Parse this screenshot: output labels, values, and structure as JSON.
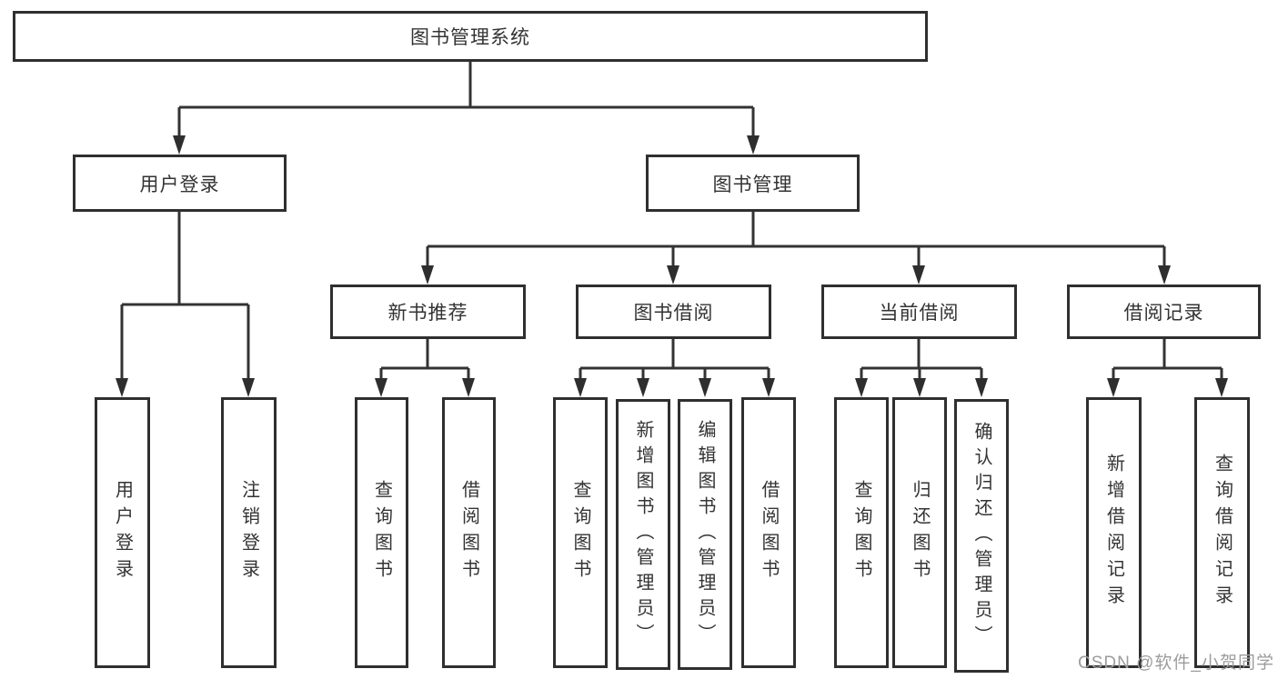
{
  "tree": {
    "root": {
      "label": "图书管理系统"
    },
    "branches": [
      {
        "label": "用户登录",
        "children": [
          {
            "label": "用户登录"
          },
          {
            "label": "注销登录"
          }
        ]
      },
      {
        "label": "图书管理",
        "children": [
          {
            "label": "新书推荐",
            "children": [
              {
                "label": "查询图书"
              },
              {
                "label": "借阅图书"
              }
            ]
          },
          {
            "label": "图书借阅",
            "children": [
              {
                "label": "查询图书"
              },
              {
                "label": "新增图书（管理员）"
              },
              {
                "label": "编辑图书（管理员）"
              },
              {
                "label": "借阅图书"
              }
            ]
          },
          {
            "label": "当前借阅",
            "children": [
              {
                "label": "查询图书"
              },
              {
                "label": "归还图书"
              },
              {
                "label": "确认归还（管理员）"
              }
            ]
          },
          {
            "label": "借阅记录",
            "children": [
              {
                "label": "新增借阅记录"
              },
              {
                "label": "查询借阅记录"
              }
            ]
          }
        ]
      }
    ]
  },
  "watermark": {
    "text": "CSDN @软件_小贺同学",
    "color": "#9c9c9c"
  },
  "colors": {
    "line": "#333333",
    "arrow": "#2e2e2e",
    "box_border": "#2f2f2f",
    "text": "#333333",
    "background": "#ffffff"
  }
}
